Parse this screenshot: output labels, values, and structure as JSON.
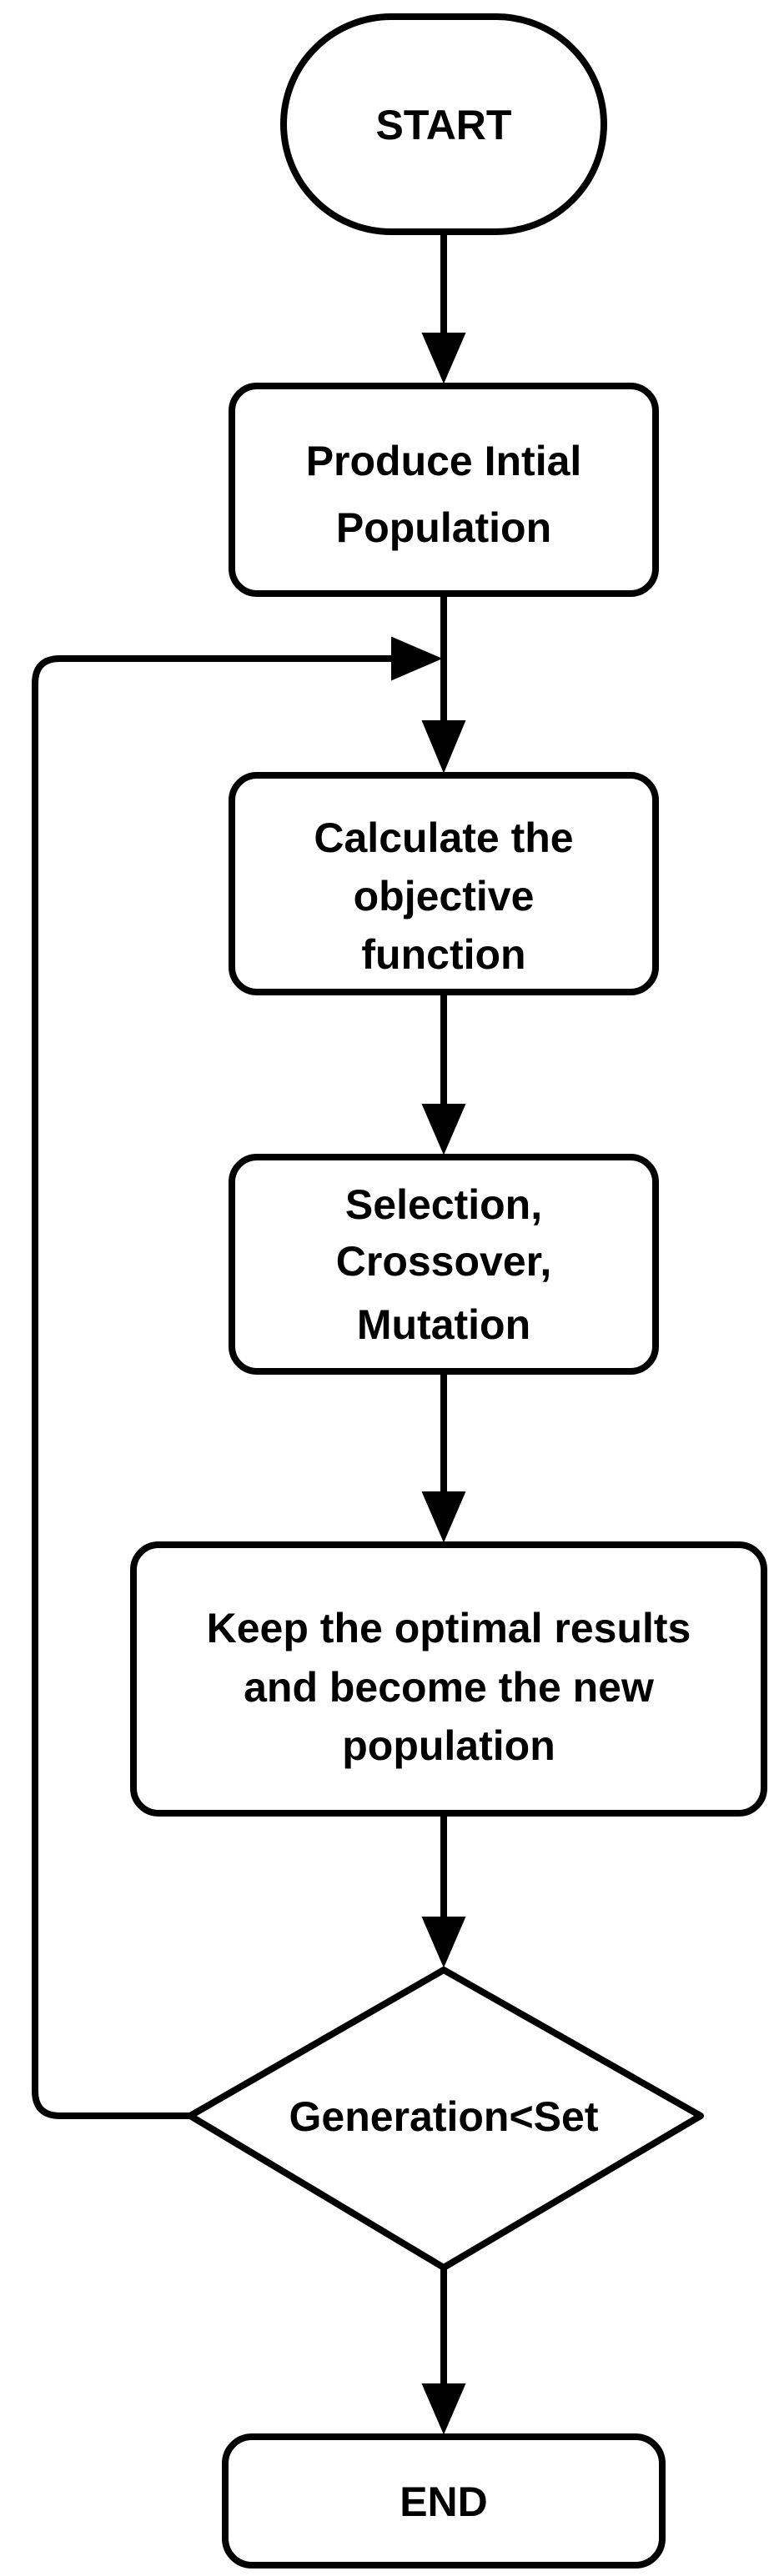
{
  "nodes": {
    "start": {
      "shape": "terminator",
      "lines": [
        "START"
      ]
    },
    "init": {
      "shape": "process",
      "lines": [
        "Produce Intial",
        "Population"
      ]
    },
    "objective": {
      "shape": "process",
      "lines": [
        "Calculate the",
        "objective",
        "function"
      ]
    },
    "operators": {
      "shape": "process",
      "lines": [
        "Selection,",
        "Crossover,",
        "Mutation"
      ]
    },
    "keep": {
      "shape": "process",
      "lines": [
        "Keep the optimal results",
        "and become  the new",
        "population"
      ]
    },
    "decision": {
      "shape": "decision",
      "lines": [
        "Generation<Set"
      ]
    },
    "end": {
      "shape": "process",
      "lines": [
        "END"
      ]
    }
  },
  "edges": [
    {
      "from": "start",
      "to": "init"
    },
    {
      "from": "init",
      "to": "objective"
    },
    {
      "from": "objective",
      "to": "operators"
    },
    {
      "from": "operators",
      "to": "keep"
    },
    {
      "from": "keep",
      "to": "decision"
    },
    {
      "from": "decision",
      "to": "end"
    },
    {
      "from": "decision",
      "to": "objective",
      "kind": "loop-back",
      "side": "left"
    }
  ],
  "colors": {
    "stroke": "#000000",
    "fill": "#ffffff",
    "text": "#000000",
    "background": "#ffffff"
  }
}
